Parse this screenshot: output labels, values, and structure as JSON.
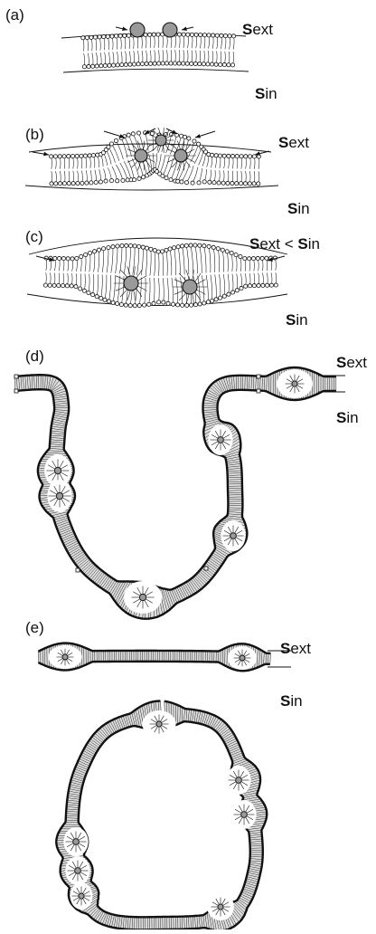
{
  "panels": {
    "a": "(a)",
    "b": "(b)",
    "c": "(c)",
    "d": "(d)",
    "e": "(e)"
  },
  "labels": {
    "s_letter": "S",
    "ext_suffix": "ext",
    "in_suffix": "in",
    "less_than": " < "
  },
  "colors": {
    "ink": "#111111",
    "protein_fill": "#9a9a9a",
    "tail_fill": "#dedede"
  }
}
